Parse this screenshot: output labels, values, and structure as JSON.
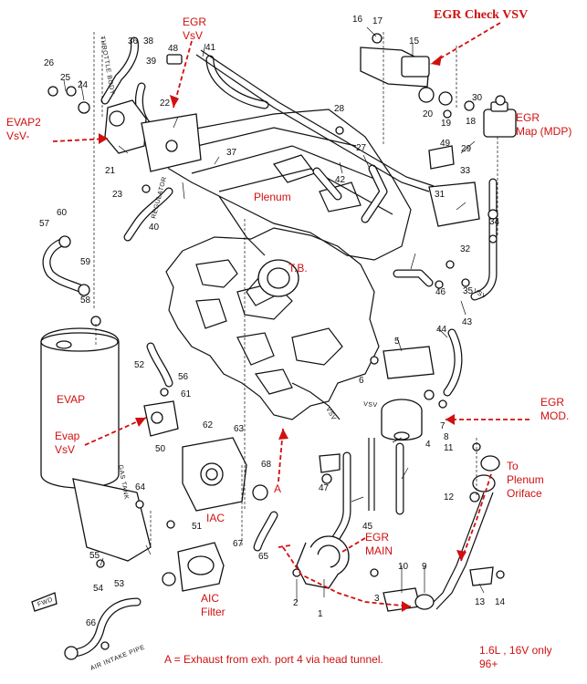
{
  "callouts": {
    "egr_check_vsv": "EGR Check VSV",
    "egr_vsv": "EGR\nVsV",
    "evap2_vsv": "EVAP2\nVsV-",
    "egr_map": "EGR\nMap (MDP)",
    "plenum": "Plenum",
    "tb": "T.B.",
    "egr_mod": "EGR\nMOD.",
    "evap": "EVAP",
    "evap_vsv": "Evap\nVsV",
    "iac": "IAC",
    "egr_main": "EGR\nMAIN",
    "to_plenum_oriface": "To\nPlenum\nOriface",
    "aic_filter": "AIC\nFilter",
    "a_marker": "A",
    "footnote": "A = Exhaust from exh. port 4 via head tunnel.",
    "version": "1.6L , 16V only\n96+"
  },
  "inline_labels": {
    "throttle_body": "THROTTLE BODY",
    "regulator": "REGULATOR",
    "gas_tank": "GAS TANK",
    "air_intake_pipe": "AIR INTAKE PIPE",
    "vsv_a": "VSV",
    "vsv_b": "VSV",
    "vsv_c": "VSV",
    "fwd": "FWD"
  },
  "part_numbers": [
    "1",
    "2",
    "3",
    "4",
    "5",
    "6",
    "7",
    "8",
    "9",
    "10",
    "11",
    "12",
    "13",
    "14",
    "15",
    "16",
    "17",
    "18",
    "19",
    "20",
    "21",
    "22",
    "23",
    "24",
    "25",
    "26",
    "27",
    "28",
    "29",
    "30",
    "31",
    "32",
    "33",
    "34",
    "35",
    "36",
    "37",
    "38",
    "39",
    "40",
    "41",
    "42",
    "43",
    "44",
    "45",
    "46",
    "47",
    "48",
    "49",
    "50",
    "51",
    "52",
    "53",
    "54",
    "55",
    "56",
    "57",
    "58",
    "59",
    "60",
    "61",
    "62",
    "63",
    "64",
    "65",
    "66",
    "67",
    "68"
  ],
  "colors": {
    "callout_red": "#d01010",
    "line": "#111111"
  }
}
